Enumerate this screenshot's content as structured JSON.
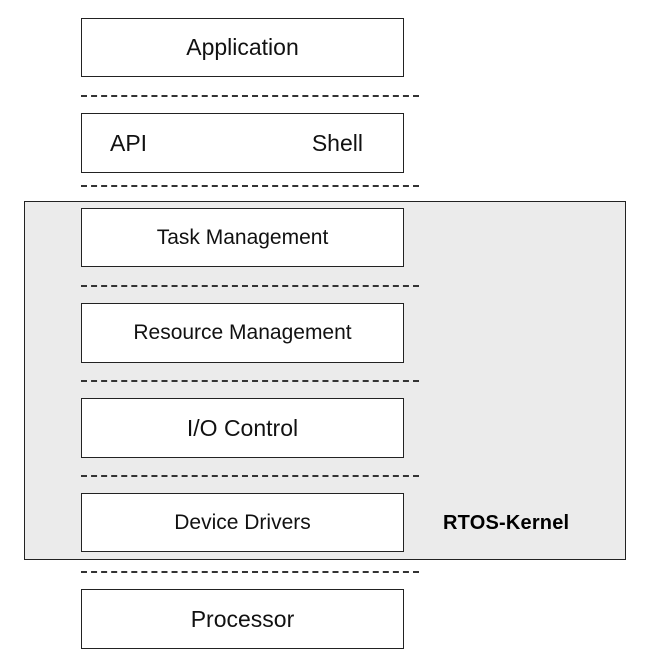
{
  "layers": {
    "application": "Application",
    "api": "API",
    "shell": "Shell",
    "task_management": "Task Management",
    "resource_management": "Resource Management",
    "io_control": "I/O Control",
    "device_drivers": "Device Drivers",
    "processor": "Processor"
  },
  "kernel": {
    "label": "RTOS-Kernel",
    "background": "#ebebeb"
  }
}
